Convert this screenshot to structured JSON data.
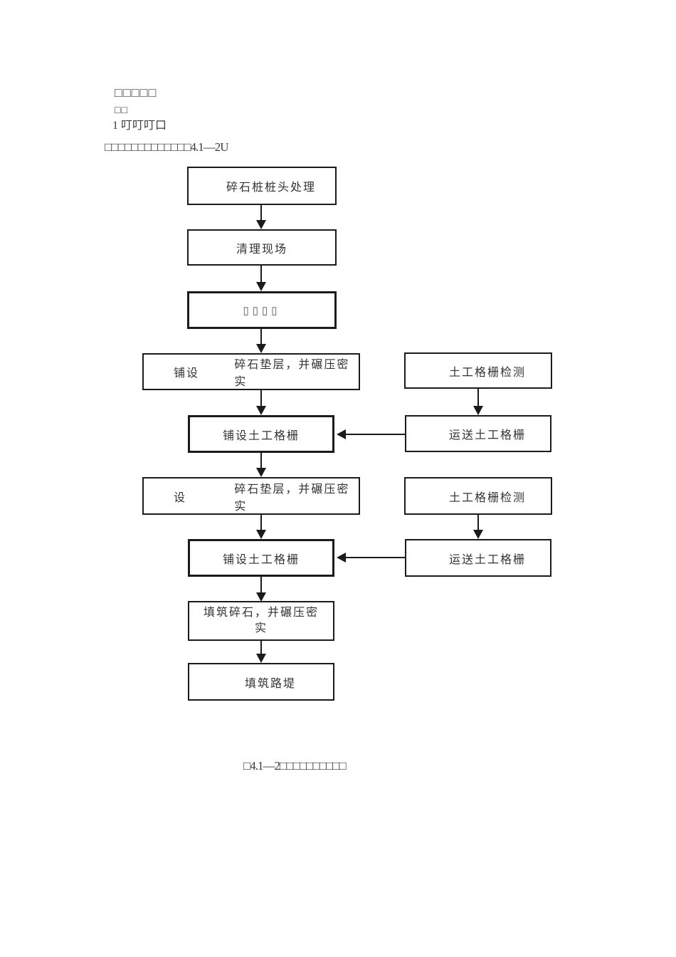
{
  "header": {
    "line1": "□□□□□",
    "line2": "□□",
    "line3": "1 叮叮叮口",
    "line4": "□□□□□□□□□□□□□4.1—2U"
  },
  "flowchart": {
    "nodes": {
      "n1": {
        "label": "碎石桩桩头处理"
      },
      "n2": {
        "label": "清理现场"
      },
      "n3": {
        "label": "▯▯▯▯"
      },
      "n4a": {
        "seg1": "铺设",
        "seg2": "碎石垫层，并碾压密实"
      },
      "n4b": {
        "label": "土工格栅检测"
      },
      "n5a": {
        "label": "铺设土工格栅"
      },
      "n5b": {
        "label": "运送土工格栅"
      },
      "n6a": {
        "seg1": "设",
        "seg2": "碎石垫层，并碾压密实"
      },
      "n6b": {
        "label": "土工格栅检测"
      },
      "n7a": {
        "label": "铺设土工格栅"
      },
      "n7b": {
        "label": "运送土工格栅"
      },
      "n8": {
        "line1": "填筑碎石，并碾压密",
        "line2": "实"
      },
      "n9": {
        "label": "填筑路堤"
      }
    }
  },
  "caption": "□4.1—2□□□□□□□□□□",
  "colors": {
    "line": "#1b1b1b",
    "text": "#333333",
    "background": "#ffffff"
  }
}
